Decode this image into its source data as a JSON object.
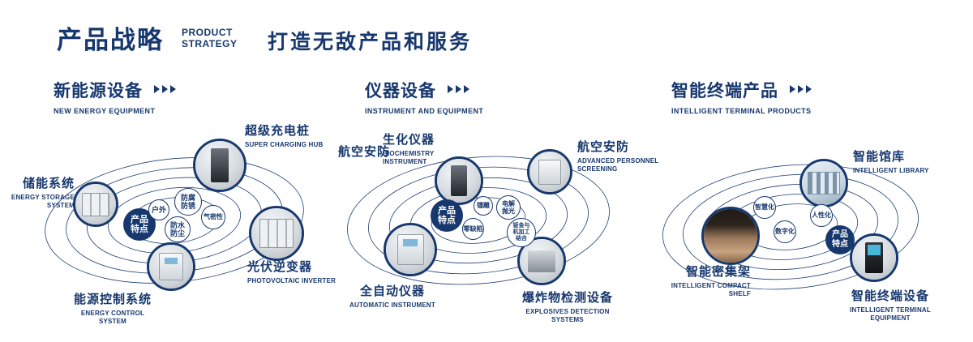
{
  "page": {
    "background": "#ffffff",
    "accent": "#17386e"
  },
  "header": {
    "title": "产品战略",
    "subtitle_lines": [
      "PRODUCT",
      "STRATEGY"
    ],
    "slogan": "打造无敌产品和服务"
  },
  "sections": [
    {
      "id": "new-energy",
      "title": "新能源设备",
      "subtitle_en": "NEW ENERGY EQUIPMENT",
      "badge": "产品特点",
      "features": [
        "户外",
        "防腐防锈",
        "气密性",
        "防水防尘"
      ],
      "products": [
        {
          "name": "储能系统",
          "en": "ENERGY STORAGE SYSTEM"
        },
        {
          "name": "超级充电桩",
          "en": "SUPER CHARGING HUB"
        },
        {
          "name": "光伏逆变器",
          "en": "PHOTOVOLTAIC INVERTER"
        },
        {
          "name": "能源控制系统",
          "en": "ENERGY CONTROL SYSTEM"
        }
      ]
    },
    {
      "id": "instruments",
      "title": "仪器设备",
      "subtitle_en": "INSTRUMENT AND EQUIPMENT",
      "badge": "产品特点",
      "extra_label": "航空安防",
      "features": [
        "镭雕",
        "电解抛光",
        "零缺陷",
        "钣金与机加工结合"
      ],
      "products": [
        {
          "name": "生化仪器",
          "en": "BIOCHEMISTRY INSTRUMENT"
        },
        {
          "name": "航空安防",
          "en": "ADVANCED PERSONNEL SCREENING"
        },
        {
          "name": "全自动仪器",
          "en": "AUTOMATIC INSTRUMENT"
        },
        {
          "name": "爆炸物检测设备",
          "en": "EXPLOSIVES DETECTION SYSTEMS"
        }
      ]
    },
    {
      "id": "intelligent-terminal",
      "title": "智能终端产品",
      "subtitle_en": "INTELLIGENT TERMINAL PRODUCTS",
      "badge": "产品特点",
      "features": [
        "智慧化",
        "数字化",
        "人性化"
      ],
      "products": [
        {
          "name": "智能馆库",
          "en": "INTELLIGENT LIBRARY"
        },
        {
          "name": "智能密集架",
          "en": "INTELLIGENT COMPACT SHELF"
        },
        {
          "name": "智能终端设备",
          "en": "INTELLIGENT TERMINAL EQUIPMENT"
        }
      ]
    }
  ]
}
